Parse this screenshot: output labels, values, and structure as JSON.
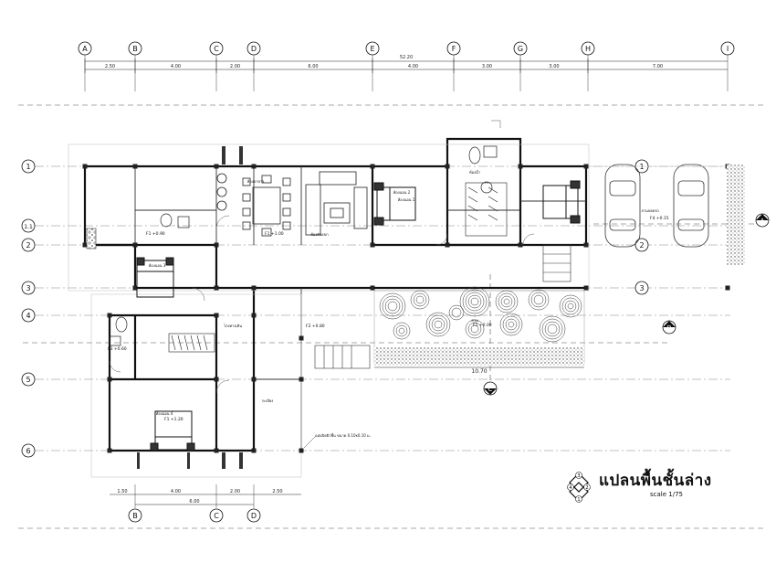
{
  "title": "แปลนพื้นชั้นล่าง",
  "scale_label": "scale 1/75",
  "grid_columns": [
    "A",
    "B",
    "C",
    "D",
    "E",
    "F",
    "G",
    "H",
    "I"
  ],
  "grid_rows": [
    "1",
    "1.1",
    "2",
    "3",
    "4",
    "5",
    "6"
  ],
  "dims_top_total": "52.20",
  "dims_top": [
    "2.50",
    "4.00",
    "2.00",
    "6.00",
    "4.00",
    "3.00",
    "3.00",
    "7.00"
  ],
  "dims_bottom": [
    "1.50",
    "4.00",
    "2.00",
    "2.50"
  ],
  "dims_bottom_total": "6.00",
  "dim_courtyard": "10.70",
  "section_marks": [
    "A",
    "B",
    "C"
  ],
  "compass": [
    "3",
    "2",
    "1",
    "4"
  ],
  "room_labels": [
    "ห้องนอน 1",
    "ห้องนอน 2",
    "ห้องนอน 3",
    "ห้องนอน 4",
    "ห้องน้ำ",
    "โถงทางเดิน",
    "ลานจอดรถ",
    "ระเบียง",
    "ห้องรับแขก",
    "ห้องอาหาร",
    "สวน"
  ],
  "floor_codes": [
    "F1 +1.00",
    "F1 +0.90",
    "F2 +0.80",
    "F1 +1.20",
    "F3 +0.60",
    "F4 +0.15",
    "F1 +0.00"
  ],
  "note_text": "แผ่นปิดผิวพื้น ขนาด 0.10x0.10 ม."
}
